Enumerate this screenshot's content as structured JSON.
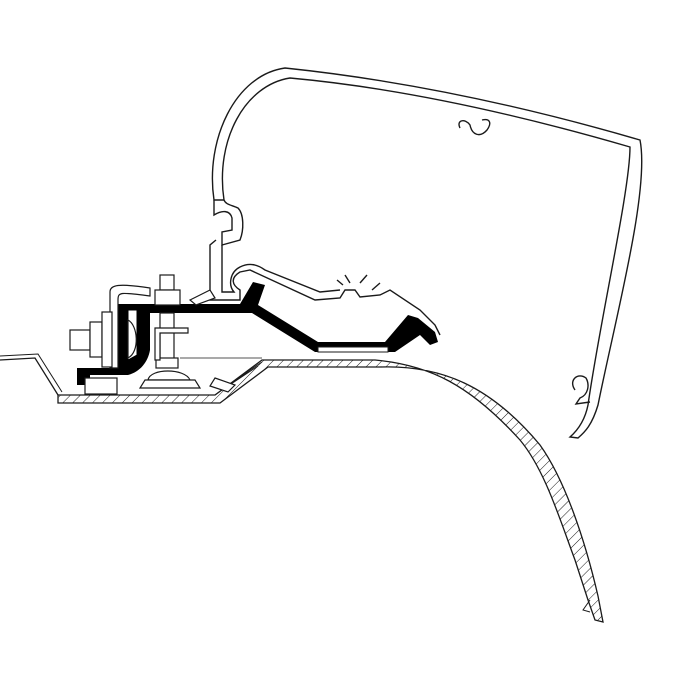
{
  "diagram": {
    "colors": {
      "line": "#1a1a1a",
      "bracket": "#000000",
      "background": "#ffffff"
    },
    "parts": [
      "awning-casing",
      "mounting-bracket",
      "bolt-assembly",
      "vehicle-roof"
    ]
  }
}
